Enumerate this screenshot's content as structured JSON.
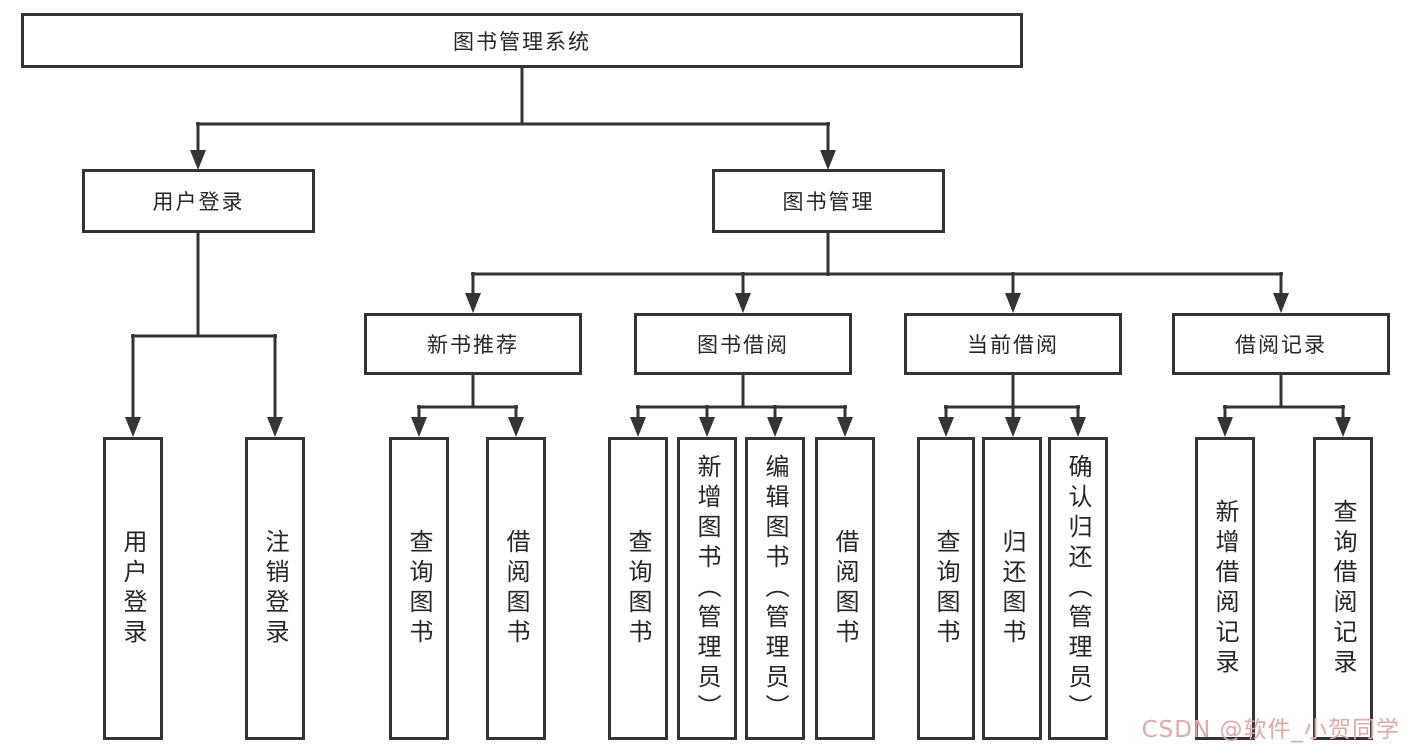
{
  "tree": {
    "label": "图书管理系统",
    "children": [
      {
        "label": "用户登录",
        "children": [
          {
            "label": "用户登录"
          },
          {
            "label": "注销登录"
          }
        ]
      },
      {
        "label": "图书管理",
        "children": [
          {
            "label": "新书推荐",
            "children": [
              {
                "label": "查询图书"
              },
              {
                "label": "借阅图书"
              }
            ]
          },
          {
            "label": "图书借阅",
            "children": [
              {
                "label": "查询图书"
              },
              {
                "label": "新增图书（管理员）"
              },
              {
                "label": "编辑图书（管理员）"
              },
              {
                "label": "借阅图书"
              }
            ]
          },
          {
            "label": "当前借阅",
            "children": [
              {
                "label": "查询图书"
              },
              {
                "label": "归还图书"
              },
              {
                "label": "确认归还（管理员）"
              }
            ]
          },
          {
            "label": "借阅记录",
            "children": [
              {
                "label": "新增借阅记录"
              },
              {
                "label": "查询借阅记录"
              }
            ]
          }
        ]
      }
    ]
  },
  "watermark": {
    "text": "CSDN @软件_小贺同学",
    "color": "#e0a9a9"
  },
  "colors": {
    "line": "#343434",
    "text": "#262626",
    "background": "#ffffff"
  }
}
